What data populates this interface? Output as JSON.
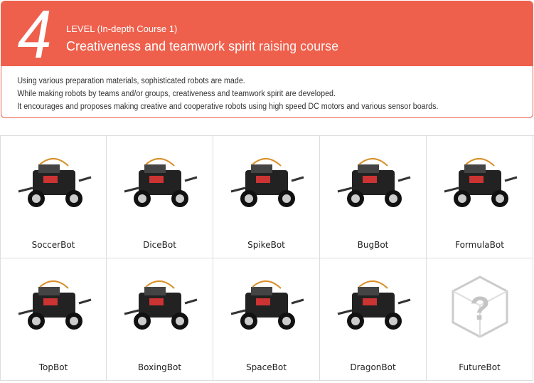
{
  "header": {
    "level_number": "4",
    "level_label": "LEVEL (In-depth Course 1)",
    "title_bold": "Creativeness and teamwork spirit",
    "title_light": "raising course",
    "accent_color": "#ee604c"
  },
  "description": [
    "Using various preparation materials, sophisticated robots are made.",
    "While making robots by teams and/or groups, creativeness and teamwork spirit are developed.",
    "It encourages and proposes making creative and cooperative robots using high speed DC motors and various sensor boards."
  ],
  "robots": [
    {
      "name": "SoccerBot",
      "icon": "robot-image"
    },
    {
      "name": "DiceBot",
      "icon": "robot-image"
    },
    {
      "name": "SpikeBot",
      "icon": "robot-image"
    },
    {
      "name": "BugBot",
      "icon": "robot-image"
    },
    {
      "name": "FormulaBot",
      "icon": "robot-image"
    },
    {
      "name": "TopBot",
      "icon": "robot-image"
    },
    {
      "name": "BoxingBot",
      "icon": "robot-image"
    },
    {
      "name": "SpaceBot",
      "icon": "robot-image"
    },
    {
      "name": "DragonBot",
      "icon": "robot-image"
    },
    {
      "name": "FutureBot",
      "icon": "question-cube-icon"
    }
  ]
}
